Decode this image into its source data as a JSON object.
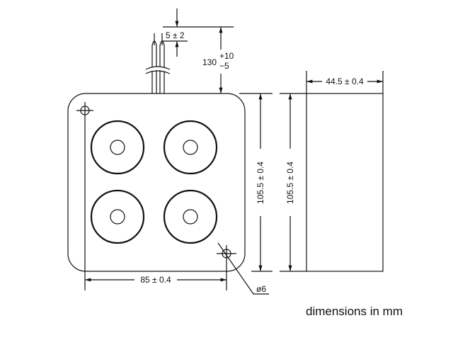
{
  "dimensions": {
    "wire_strip": "5 ± 2",
    "wire_length_base": "130",
    "wire_length_plus": "+10",
    "wire_length_minus": "−5",
    "height_front": "105.5 ± 0.4",
    "height_side": "105.5 ± 0.4",
    "depth": "44.5 ± 0.4",
    "hole_spacing": "85 ± 0.4",
    "hole_diameter": "ø6"
  },
  "note": "dimensions in mm",
  "colors": {
    "line": "#111111",
    "background": "#ffffff"
  }
}
